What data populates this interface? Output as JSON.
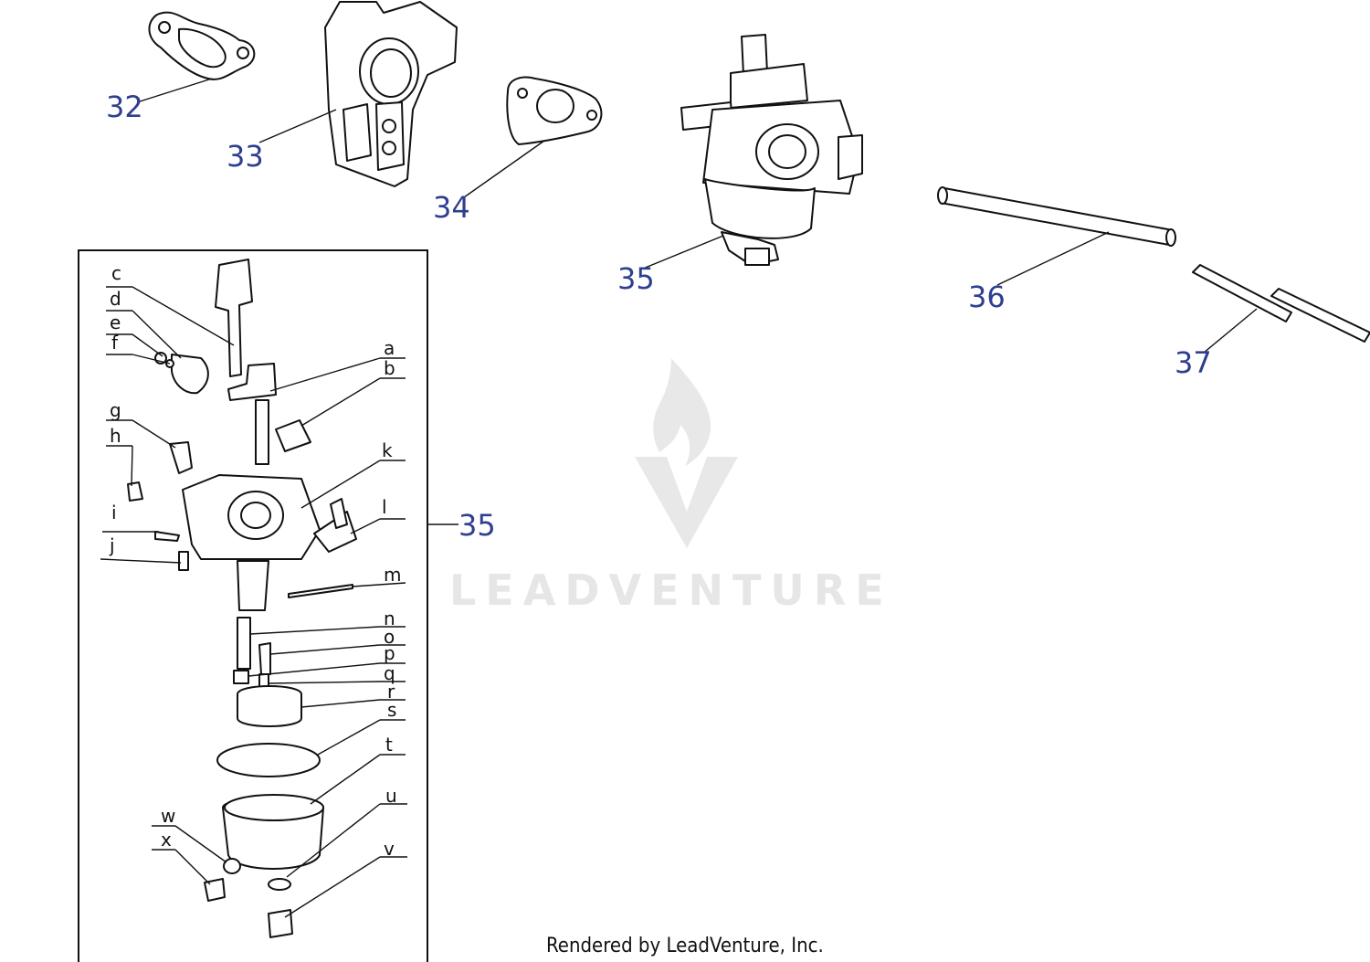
{
  "callouts": {
    "c32": "32",
    "c33": "33",
    "c34": "34",
    "c35": "35",
    "c36": "36",
    "c37": "37",
    "c35_box": "35"
  },
  "sub_labels": {
    "a": "a",
    "b": "b",
    "c": "c",
    "d": "d",
    "e": "e",
    "f": "f",
    "g": "g",
    "h": "h",
    "i": "i",
    "j": "j",
    "k": "k",
    "l": "l",
    "m": "m",
    "n": "n",
    "o": "o",
    "p": "p",
    "q": "q",
    "r": "r",
    "s": "s",
    "t": "t",
    "u": "u",
    "v": "v",
    "w": "w",
    "x": "x"
  },
  "watermark": {
    "text": "LEADVENTURE"
  },
  "footer": {
    "text": "Rendered by LeadVenture, Inc."
  },
  "colors": {
    "callout": "#2e3f8f",
    "line": "#111111",
    "watermark": "#e6e6e6"
  }
}
